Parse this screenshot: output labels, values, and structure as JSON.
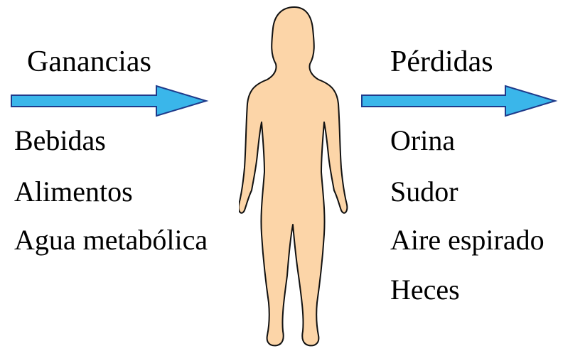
{
  "gains": {
    "heading": "Ganancias",
    "items": [
      "Bebidas",
      "Alimentos",
      "Agua metabólica"
    ]
  },
  "losses": {
    "heading": "Pérdidas",
    "items": [
      "Orina",
      "Sudor",
      "Aire espirado",
      "Heces"
    ]
  },
  "colors": {
    "arrow_fill": "#3ab6ea",
    "arrow_stroke": "#1f3a8a",
    "body_fill": "#fcd5a8",
    "body_stroke": "#111111"
  },
  "icons": {
    "arrow": "right-arrow-icon",
    "figure": "human-body-icon"
  }
}
